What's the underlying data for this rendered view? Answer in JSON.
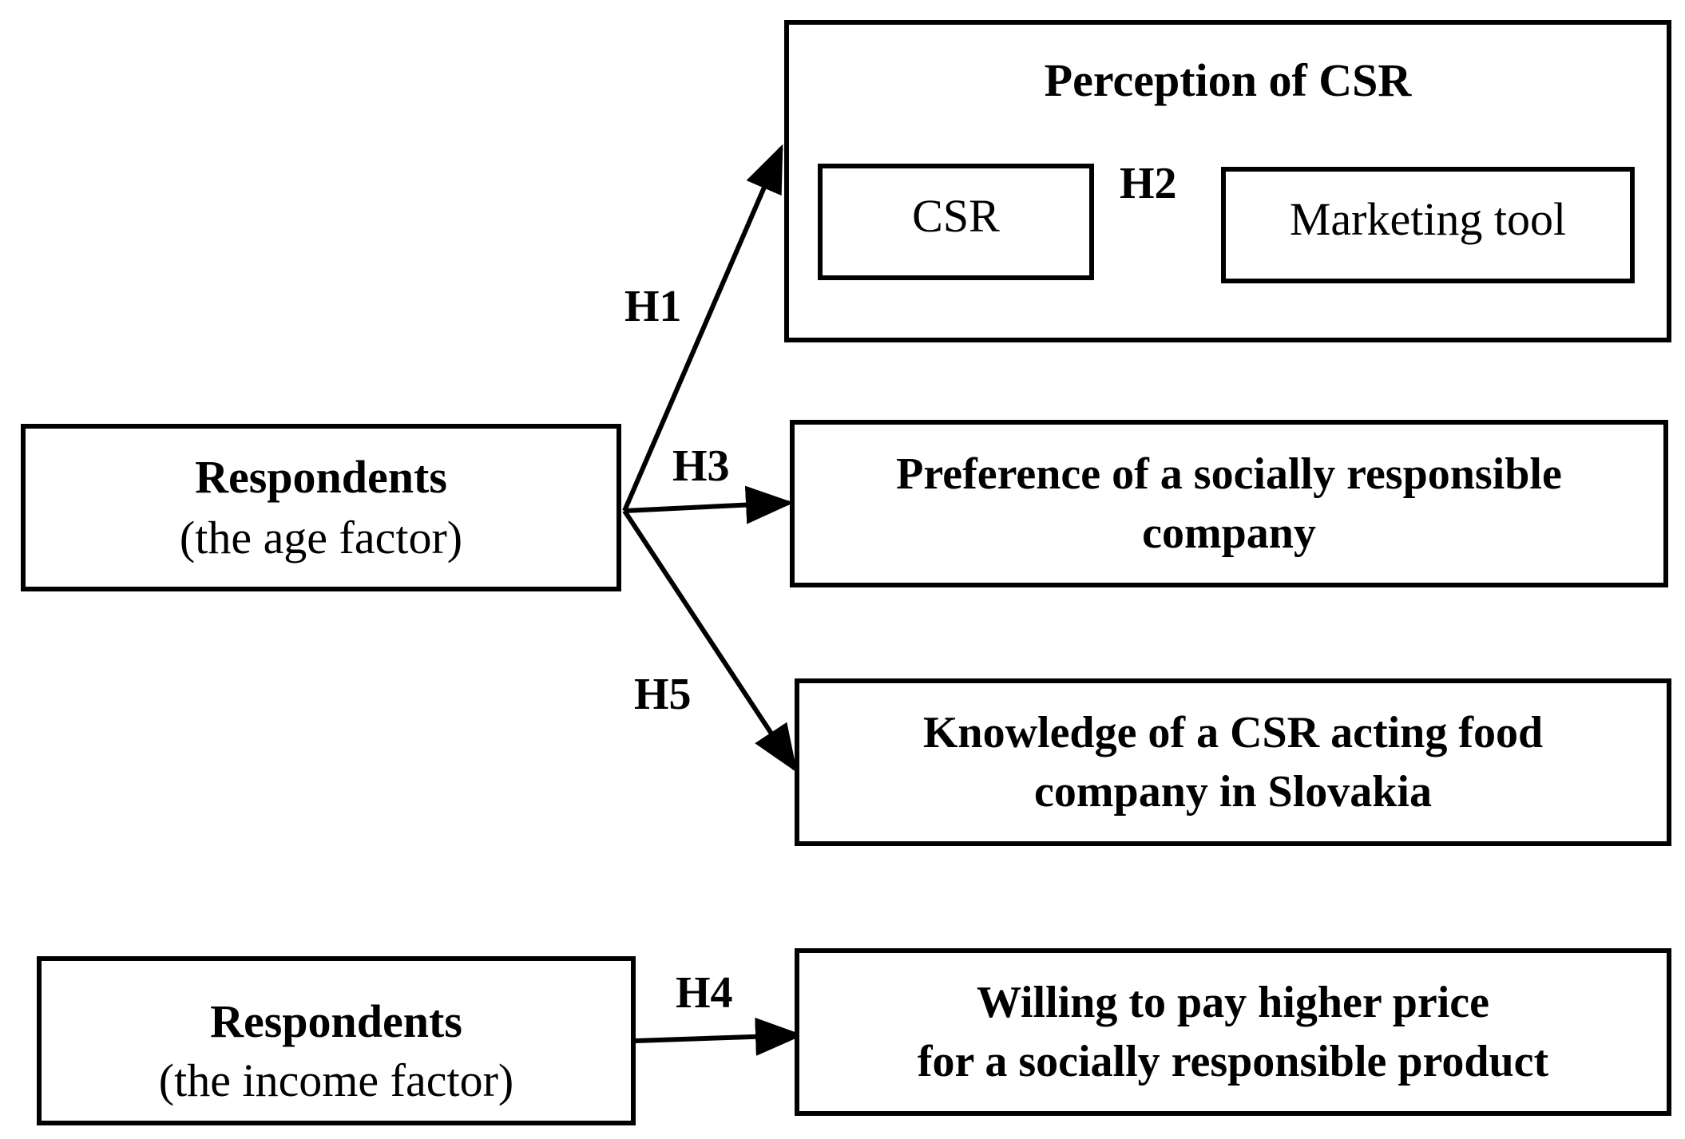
{
  "hypotheses": {
    "h1": "H1",
    "h2": "H2",
    "h3": "H3",
    "h4": "H4",
    "h5": "H5"
  },
  "nodes": {
    "respondents_age": {
      "title": "Respondents",
      "subtitle": "(the age factor)"
    },
    "respondents_income": {
      "title": "Respondents",
      "subtitle": "(the income factor)"
    },
    "perception": {
      "title": "Perception of CSR"
    },
    "csr": {
      "label": "CSR"
    },
    "marketing_tool": {
      "label": "Marketing tool"
    },
    "preference": {
      "line1": "Preference of a socially responsible",
      "line2": "company"
    },
    "knowledge": {
      "line1": "Knowledge of a CSR acting food",
      "line2": "company in Slovakia"
    },
    "willing": {
      "line1": "Willing to pay higher price",
      "line2": "for a socially responsible product"
    }
  },
  "colors": {
    "stroke": "#000000",
    "background": "#ffffff"
  }
}
